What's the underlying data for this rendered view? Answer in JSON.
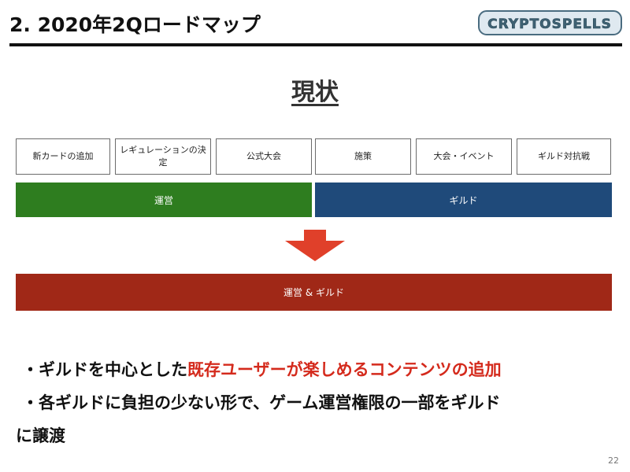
{
  "header": {
    "title": "2. 2020年2Qロードマップ",
    "logo_text": "CRYPTOSPELLS"
  },
  "subtitle": "現状",
  "boxes": [
    "新カードの追加",
    "レギュレーションの決定",
    "公式大会",
    "施策",
    "大会・イベント",
    "ギルド対抗戦"
  ],
  "bands": {
    "unei": "運営",
    "guild": "ギルド",
    "combined": "運営 & ギルド"
  },
  "bullets": {
    "b1_prefix": "・ギルドを中心とした",
    "b1_highlight": "既存ユーザーが楽しめるコンテンツの追加",
    "b2_line1": "・各ギルドに負担の少ない形で、ゲーム運営権限の一部をギルド",
    "b2_line2": "に譲渡"
  },
  "page_number": "22",
  "colors": {
    "green_band": "#2e7d1f",
    "blue_band": "#1f4a7a",
    "red_band": "#a02817",
    "arrow": "#e0402a",
    "highlight_text": "#d42a1c"
  }
}
